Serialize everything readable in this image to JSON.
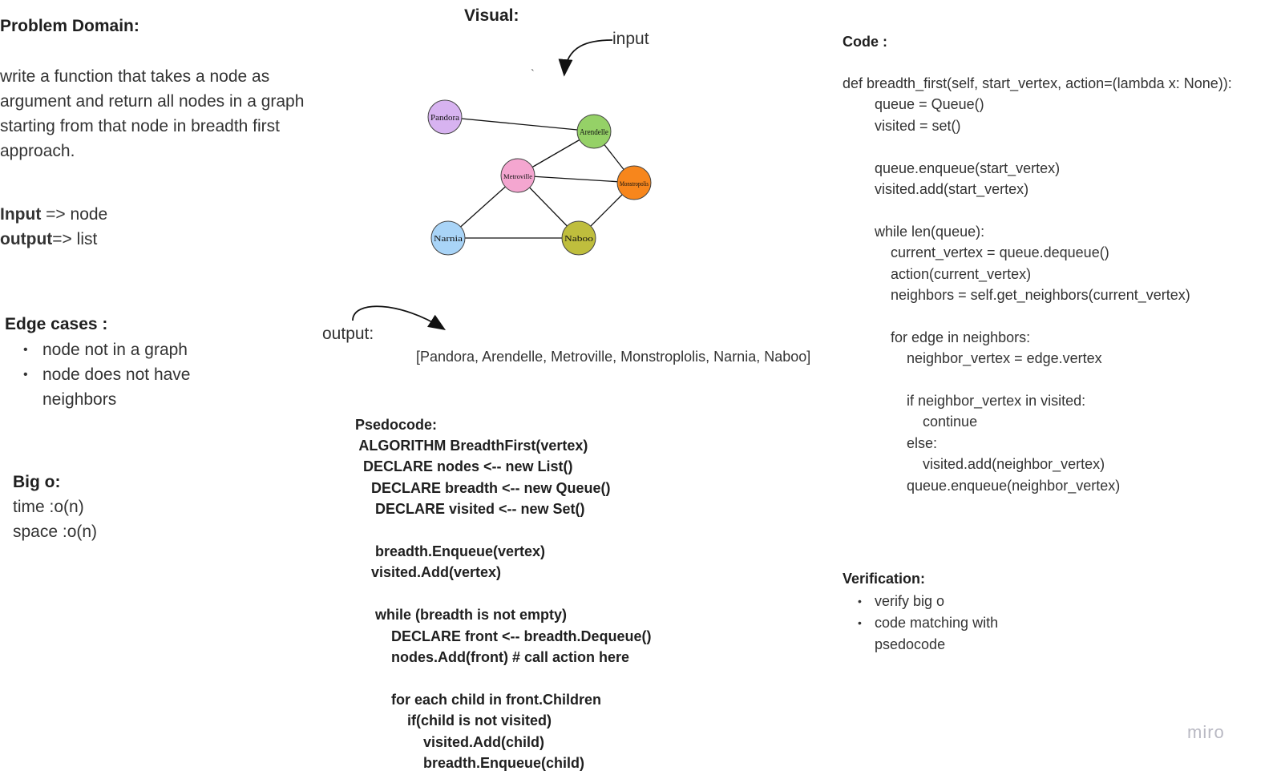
{
  "problem": {
    "title": "Problem Domain:",
    "description": "write a function that takes a node as argument and return all nodes in a graph starting from that node in breadth first approach.",
    "input_label": "Input",
    "input_value": " => node",
    "output_label": "output",
    "output_value": "=> list"
  },
  "edge_cases": {
    "title": "Edge cases :",
    "items": [
      "node not in a graph",
      "node does not have neighbors"
    ]
  },
  "big_o": {
    "title": "Big o:",
    "time": "time :o(n)",
    "space": "space :o(n)"
  },
  "visual": {
    "title": "Visual:",
    "input_label": "input",
    "output_label": "output:",
    "output_value": "[Pandora, Arendelle, Metroville, Monstroplolis, Narnia, Naboo]",
    "nodes": [
      {
        "id": "pandora",
        "label": "Pandora",
        "color": "#d7b3f0"
      },
      {
        "id": "arendelle",
        "label": "Arendelle",
        "color": "#95d167"
      },
      {
        "id": "metroville",
        "label": "Metroville",
        "color": "#f4a6d0"
      },
      {
        "id": "monstropolis",
        "label": "Monstropolis",
        "color": "#f7861c"
      },
      {
        "id": "narnia",
        "label": "Narnia",
        "color": "#a9d4f7"
      },
      {
        "id": "naboo",
        "label": "Naboo",
        "color": "#bfbe3d"
      }
    ],
    "edges": [
      [
        "pandora",
        "arendelle"
      ],
      [
        "arendelle",
        "metroville"
      ],
      [
        "arendelle",
        "monstropolis"
      ],
      [
        "metroville",
        "monstropolis"
      ],
      [
        "metroville",
        "narnia"
      ],
      [
        "metroville",
        "naboo"
      ],
      [
        "monstropolis",
        "naboo"
      ],
      [
        "narnia",
        "naboo"
      ]
    ]
  },
  "pseudocode": {
    "title": "Psedocode:",
    "lines": [
      " ALGORITHM BreadthFirst(vertex)",
      "  DECLARE nodes <-- new List()",
      "    DECLARE breadth <-- new Queue()",
      "     DECLARE visited <-- new Set()",
      "",
      "     breadth.Enqueue(vertex)",
      "    visited.Add(vertex)",
      "",
      "     while (breadth is not empty)",
      "         DECLARE front <-- breadth.Dequeue()",
      "         nodes.Add(front) # call action here",
      "",
      "         for each child in front.Children",
      "             if(child is not visited)",
      "                 visited.Add(child)",
      "                 breadth.Enqueue(child)"
    ]
  },
  "code": {
    "title": "Code :",
    "lines": [
      "def breadth_first(self, start_vertex, action=(lambda x: None)):",
      "        queue = Queue()",
      "        visited = set()",
      "",
      "        queue.enqueue(start_vertex)",
      "        visited.add(start_vertex)",
      "",
      "        while len(queue):",
      "            current_vertex = queue.dequeue()",
      "            action(current_vertex)",
      "            neighbors = self.get_neighbors(current_vertex)",
      "",
      "            for edge in neighbors:",
      "                neighbor_vertex = edge.vertex",
      "",
      "                if neighbor_vertex in visited:",
      "                    continue",
      "                else:",
      "                    visited.add(neighbor_vertex)",
      "                queue.enqueue(neighbor_vertex)"
    ]
  },
  "verification": {
    "title": "Verification:",
    "items": [
      "verify big o",
      "code matching with psedocode"
    ]
  },
  "brand": "miro"
}
